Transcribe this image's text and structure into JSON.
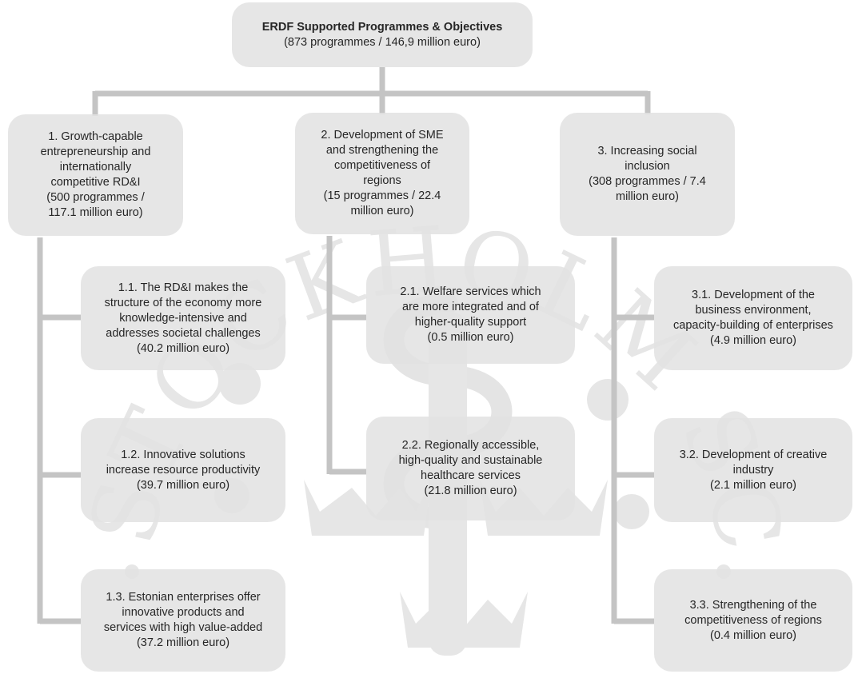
{
  "root": {
    "title": "ERDF Supported Programmes & Objectives",
    "subtitle": "(873 programmes / 146,9 million euro)"
  },
  "objectives": [
    {
      "lines": [
        "1. Growth-capable",
        "entrepreneurship and",
        "internationally",
        "competitive RD&I",
        "(500 programmes /",
        "117.1 million euro)"
      ],
      "subs": [
        {
          "lines": [
            "1.1. The RD&I makes the",
            "structure of the economy more",
            "knowledge-intensive and",
            "addresses societal challenges",
            "(40.2 million euro)"
          ]
        },
        {
          "lines": [
            "1.2. Innovative solutions",
            "increase resource productivity",
            "(39.7 million euro)"
          ]
        },
        {
          "lines": [
            "1.3. Estonian enterprises offer",
            "innovative products and",
            "services with high value-added",
            "(37.2 million euro)"
          ]
        }
      ]
    },
    {
      "lines": [
        "2. Development of SME",
        "and strengthening the",
        "competitiveness of",
        "regions",
        "(15 programmes / 22.4",
        "million euro)"
      ],
      "subs": [
        {
          "lines": [
            "2.1. Welfare services which",
            "are more integrated and of",
            "higher-quality support",
            "(0.5 million euro)"
          ]
        },
        {
          "lines": [
            "2.2. Regionally accessible,",
            "high-quality and sustainable",
            "healthcare services",
            "(21.8 million euro)"
          ]
        }
      ]
    },
    {
      "lines": [
        "3. Increasing social",
        "inclusion",
        "(308 programmes / 7.4",
        "million euro)"
      ],
      "subs": [
        {
          "lines": [
            "3.1. Development of the",
            "business environment,",
            "capacity-building of enterprises",
            "(4.9 million euro)"
          ]
        },
        {
          "lines": [
            "3.2. Development of creative",
            "industry",
            "(2.1 million euro)"
          ]
        },
        {
          "lines": [
            "3.3. Strengthening of the",
            "competitiveness of regions",
            "(0.4 million euro)"
          ]
        }
      ]
    }
  ],
  "watermark": {
    "text": "STOCKHOLM SCHOOL",
    "color": "#e6e6e6"
  },
  "colors": {
    "box_fill": "#e2e2e2",
    "connector": "#c4c4c4",
    "text": "#262626"
  }
}
